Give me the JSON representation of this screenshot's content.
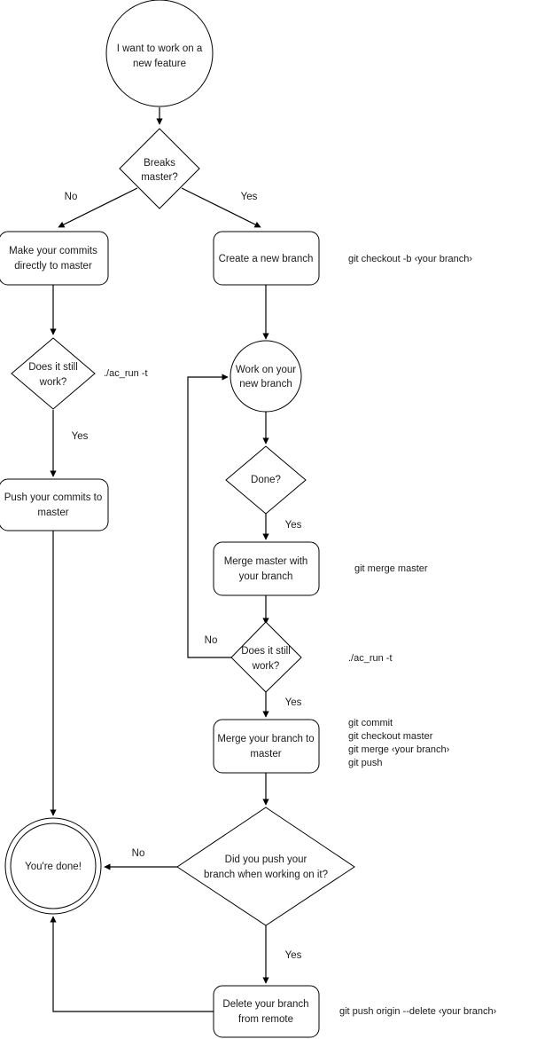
{
  "diagram": {
    "title": "Git branching workflow flowchart",
    "colors": {
      "stroke": "#000000",
      "fill": "#ffffff",
      "text": "#1a1a1a",
      "background": "#ffffff"
    },
    "nodes": {
      "start": {
        "label_line1": "I want to work on a",
        "label_line2": "new feature",
        "shape": "circle"
      },
      "breaks_master": {
        "label_line1": "Breaks",
        "label_line2": "master?",
        "shape": "diamond"
      },
      "make_commits": {
        "label_line1": "Make your commits",
        "label_line2": "directly to master",
        "shape": "rounded-rect"
      },
      "create_branch": {
        "label_line1": "Create a new branch",
        "label_line2": "",
        "shape": "rounded-rect"
      },
      "still_work_left": {
        "label_line1": "Does it still",
        "label_line2": "work?",
        "shape": "diamond"
      },
      "work_branch": {
        "label_line1": "Work on your",
        "label_line2": "new branch",
        "shape": "circle"
      },
      "push_commits": {
        "label_line1": "Push your commits to",
        "label_line2": "master",
        "shape": "rounded-rect"
      },
      "done_q": {
        "label_line1": "Done?",
        "label_line2": "",
        "shape": "diamond"
      },
      "merge_master": {
        "label_line1": "Merge master with",
        "label_line2": "your branch",
        "shape": "rounded-rect"
      },
      "still_work_right": {
        "label_line1": "Does it still",
        "label_line2": "work?",
        "shape": "diamond"
      },
      "merge_branch": {
        "label_line1": "Merge your branch to",
        "label_line2": "master",
        "shape": "rounded-rect"
      },
      "did_push": {
        "label_line1": "Did you push your",
        "label_line2": "branch when working on it?",
        "shape": "diamond"
      },
      "youre_done": {
        "label_line1": "You're done!",
        "label_line2": "",
        "shape": "double-circle"
      },
      "delete_branch": {
        "label_line1": "Delete your branch",
        "label_line2": "from remote",
        "shape": "rounded-rect"
      }
    },
    "edge_labels": {
      "breaks_no": "No",
      "breaks_yes": "Yes",
      "still_work_left_yes": "Yes",
      "done_yes": "Yes",
      "still_work_right_no": "No",
      "still_work_right_yes": "Yes",
      "did_push_no": "No",
      "did_push_yes": "Yes"
    },
    "annotations": {
      "checkout": "git checkout -b ‹your branch›",
      "ac_run_left": "./ac_run -t",
      "merge_master_cmd": "git merge master",
      "ac_run_right": "./ac_run -t",
      "merge_branch_cmds_1": "git commit",
      "merge_branch_cmds_2": "git checkout master",
      "merge_branch_cmds_3": "git merge ‹your branch›",
      "merge_branch_cmds_4": "git push",
      "delete_remote_cmd": "git push origin --delete ‹your branch›"
    }
  }
}
